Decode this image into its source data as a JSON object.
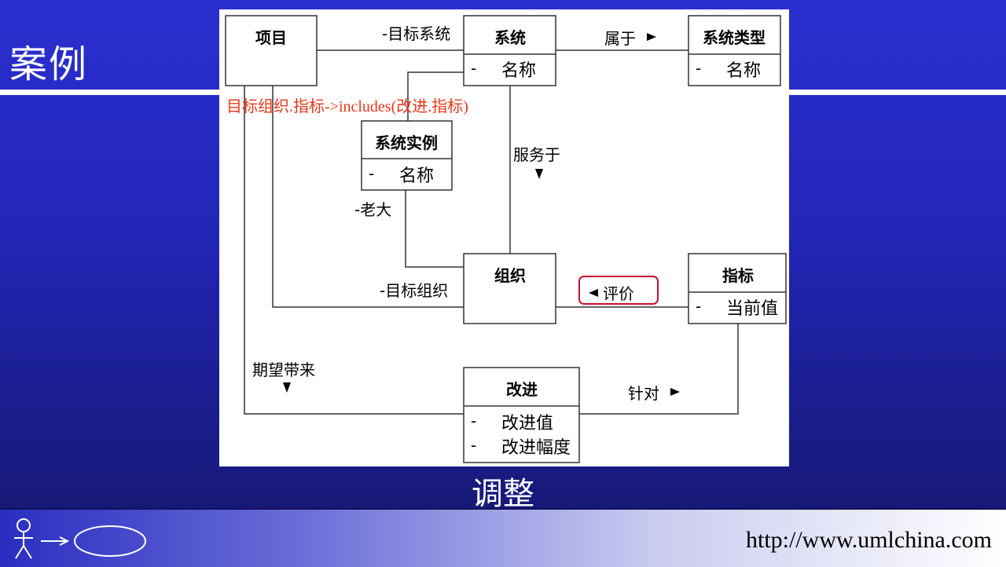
{
  "slide": {
    "title": "案例",
    "caption": "调整",
    "footer_url": "http://www.umlchina.com"
  },
  "diagram": {
    "classes": {
      "project": {
        "name": "项目"
      },
      "system": {
        "name": "系统",
        "attributes": [
          "名称"
        ]
      },
      "system_type": {
        "name": "系统类型",
        "attributes": [
          "名称"
        ]
      },
      "system_instance": {
        "name": "系统实例",
        "attributes": [
          "名称"
        ]
      },
      "organization": {
        "name": "组织"
      },
      "indicator": {
        "name": "指标",
        "attributes": [
          "当前值"
        ]
      },
      "improvement": {
        "name": "改进",
        "attributes": [
          "改进值",
          "改进幅度"
        ]
      }
    },
    "attribute_marker": "-",
    "associations": {
      "target_system": "-目标系统",
      "belongs_to": "属于",
      "serves": "服务于",
      "boss": "-老大",
      "target_org": "-目标组织",
      "evaluate": "评价",
      "expected": "期望带来",
      "targets": "针对"
    },
    "constraint": "目标组织.指标->includes(改进.指标)",
    "colors": {
      "constraint_text": "#e8381b",
      "highlight_border": "#c8102e"
    }
  }
}
